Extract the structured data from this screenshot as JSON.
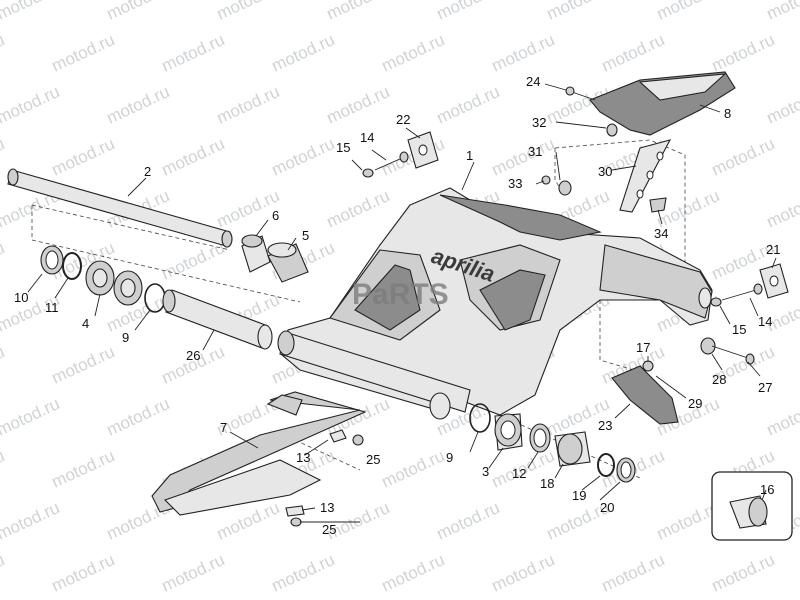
{
  "watermark": "motod.ru",
  "frame_logo": "aprilia",
  "overlay_logo": "PaRTS",
  "callouts": {
    "c1": "1",
    "c2": "2",
    "c3": "3",
    "c4": "4",
    "c5": "5",
    "c6": "6",
    "c7": "7",
    "c8": "8",
    "c9a": "9",
    "c9b": "9",
    "c10": "10",
    "c11": "11",
    "c12": "12",
    "c13a": "13",
    "c13b": "13",
    "c14a": "14",
    "c14b": "14",
    "c15a": "15",
    "c15b": "15",
    "c16": "16",
    "c17": "17",
    "c18": "18",
    "c19": "19",
    "c20": "20",
    "c21": "21",
    "c22": "22",
    "c23": "23",
    "c24": "24",
    "c25a": "25",
    "c25b": "25",
    "c26": "26",
    "c27": "27",
    "c28": "28",
    "c29": "29",
    "c30": "30",
    "c31": "31",
    "c32": "32",
    "c33": "33",
    "c34": "34"
  }
}
